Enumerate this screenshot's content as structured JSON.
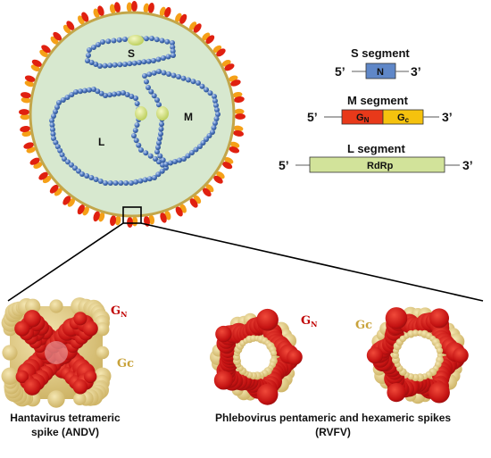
{
  "colors": {
    "virion_fill": "#d7e8cf",
    "envelope_red": "#e02010",
    "envelope_orange": "#f5a018",
    "bead": "#4f79c0",
    "bead_highlight": "#a9c2ea",
    "polymerase": "#cfe07a",
    "n_box": "#5f87c8",
    "gn_box": "#e8391a",
    "gc_box": "#f5c20e",
    "rdrp_box": "#d2e39a",
    "spike_red": "#c81515",
    "spike_tan": "#e3cf86"
  },
  "virion": {
    "s_label": "S",
    "m_label": "M",
    "l_label": "L"
  },
  "segments": {
    "s": {
      "title": "S segment",
      "five": "5’",
      "three": "3’",
      "gene": "N"
    },
    "m": {
      "title": "M segment",
      "five": "5’",
      "three": "3’",
      "gene1": "G",
      "gene1_sub": "N",
      "gene2": "G",
      "gene2_sub": "c"
    },
    "l": {
      "title": "L segment",
      "five": "5’",
      "three": "3’",
      "gene": "RdRp"
    }
  },
  "spikes": {
    "hanta": {
      "gn": "G",
      "gn_sub": "N",
      "gc": "Gc",
      "caption_line1": "Hantavirus tetrameric",
      "caption_line2": "spike (ANDV)"
    },
    "phlebo": {
      "gn": "G",
      "gn_sub": "N",
      "gc": "Gc",
      "caption_line1": "Phlebovirus pentameric and hexameric spikes",
      "caption_line2": "(RVFV)"
    }
  }
}
